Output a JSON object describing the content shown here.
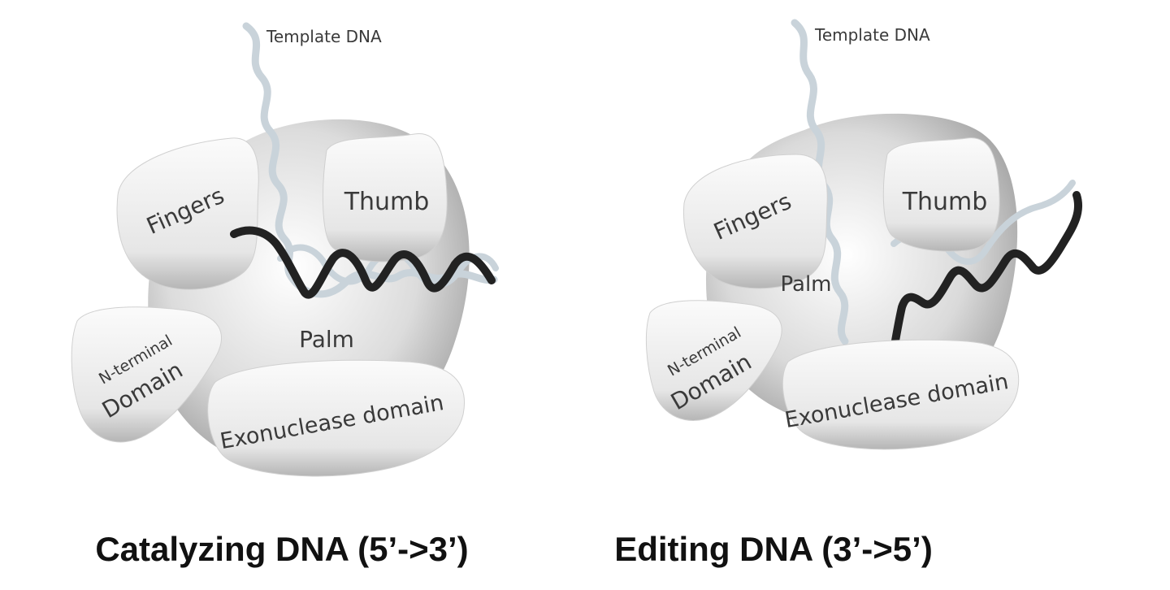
{
  "panels": [
    {
      "caption": "Catalyzing DNA (5’->3’)",
      "labels": {
        "template": "Template DNA",
        "fingers": "Fingers",
        "thumb": "Thumb",
        "palm": "Palm",
        "nterm_line1": "N-terminal",
        "nterm_line2": "Domain",
        "exo": "Exonuclease domain"
      }
    },
    {
      "caption": "Editing DNA (3’->5’)",
      "labels": {
        "template": "Template DNA",
        "fingers": "Fingers",
        "thumb": "Thumb",
        "palm": "Palm",
        "nterm_line1": "N-terminal",
        "nterm_line2": "Domain",
        "exo": "Exonuclease domain"
      }
    }
  ],
  "colors": {
    "template_strand": "#c9d3da",
    "new_strand": "#1f1f1f",
    "domain_fill_light": "#f4f4f4",
    "domain_fill_shadow": "#b8b8b8"
  }
}
